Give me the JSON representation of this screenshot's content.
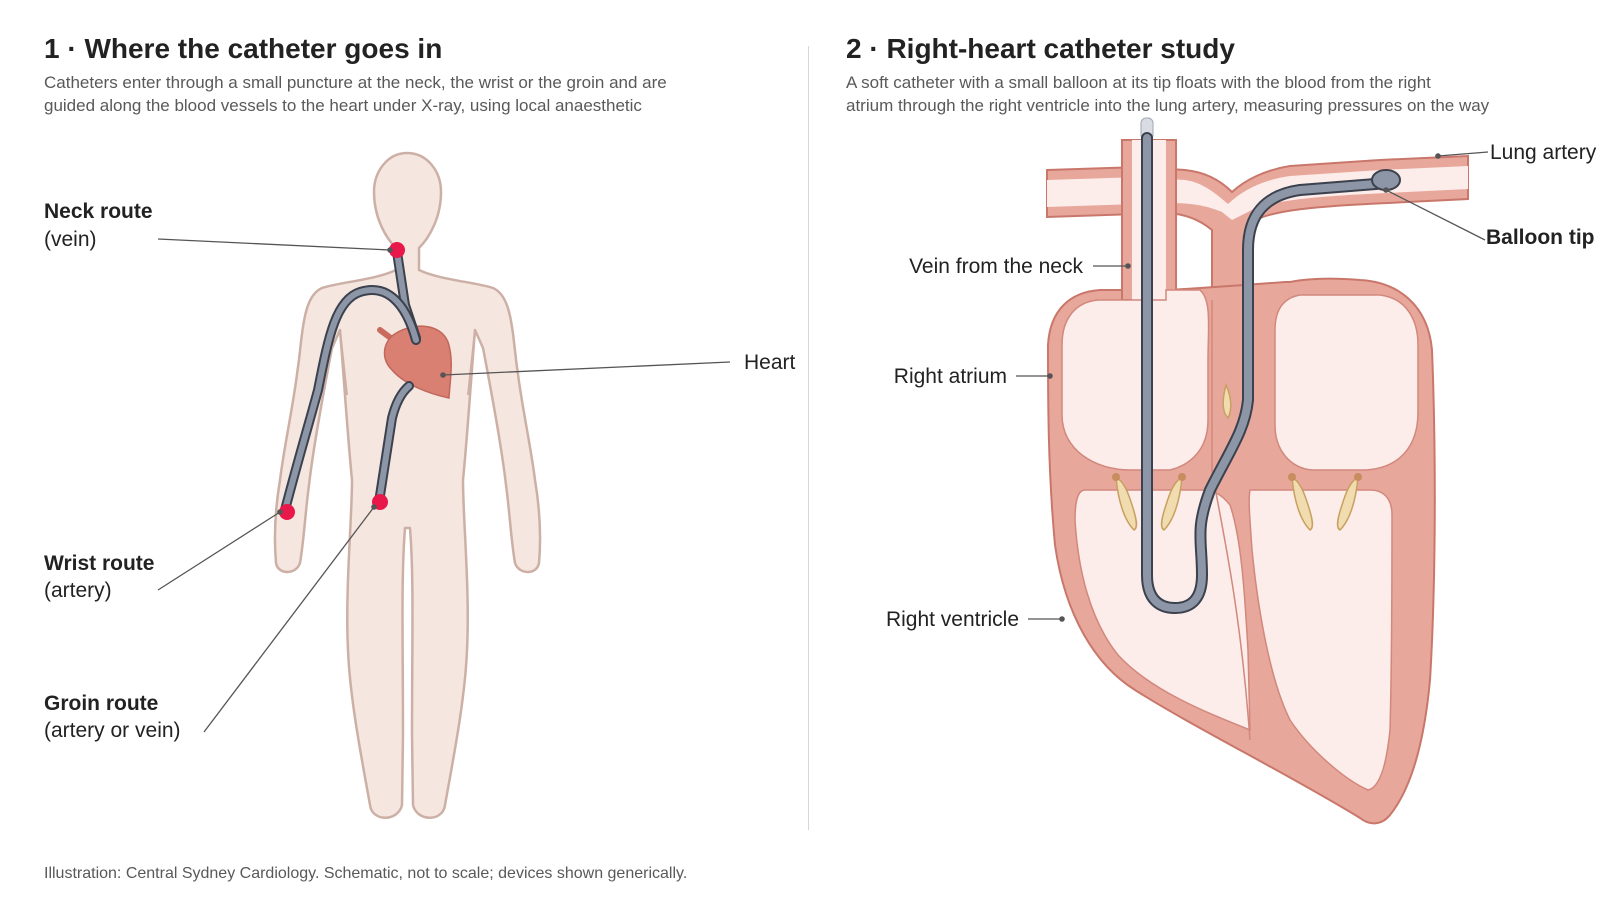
{
  "panel1": {
    "title": "1 · Where the catheter goes in",
    "subtitle_lines": [
      "Catheters enter through a small puncture at the neck, the wrist or the groin and are",
      "guided along the blood vessels to the heart under X-ray, using local anaesthetic"
    ],
    "labels": {
      "neck": {
        "title": "Neck route",
        "sub": "(vein)"
      },
      "wrist": {
        "title": "Wrist route",
        "sub": "(artery)"
      },
      "groin": {
        "title": "Groin route",
        "sub": "(artery or vein)"
      },
      "heart": "Heart"
    }
  },
  "panel2": {
    "title": "2 · Right-heart catheter study",
    "subtitle_lines": [
      "A soft catheter with a small balloon at its tip floats with the blood from the right",
      "atrium through the right ventricle into the lung artery, measuring pressures on the way"
    ],
    "labels": {
      "lung_artery": "Lung artery",
      "balloon_tip": "Balloon tip",
      "vein_from_neck": "Vein from the neck",
      "right_atrium": "Right atrium",
      "right_ventricle": "Right ventricle"
    }
  },
  "footer": "Illustration: Central Sydney Cardiology. Schematic, not to scale; devices shown generically.",
  "colors": {
    "body_fill": "#f5e6e0",
    "body_stroke": "#ccb0a6",
    "heart_wall": "#e8a79b",
    "heart_wall_stroke": "#c9776b",
    "heart_chamber": "#fcecea",
    "heart_small": "#d98073",
    "catheter": "#8c96a6",
    "catheter_outline": "#3b414d",
    "puncture": "#e8194a",
    "valve": "#f1dcb0",
    "valve_stroke": "#c8a060",
    "leader": "#555555"
  }
}
